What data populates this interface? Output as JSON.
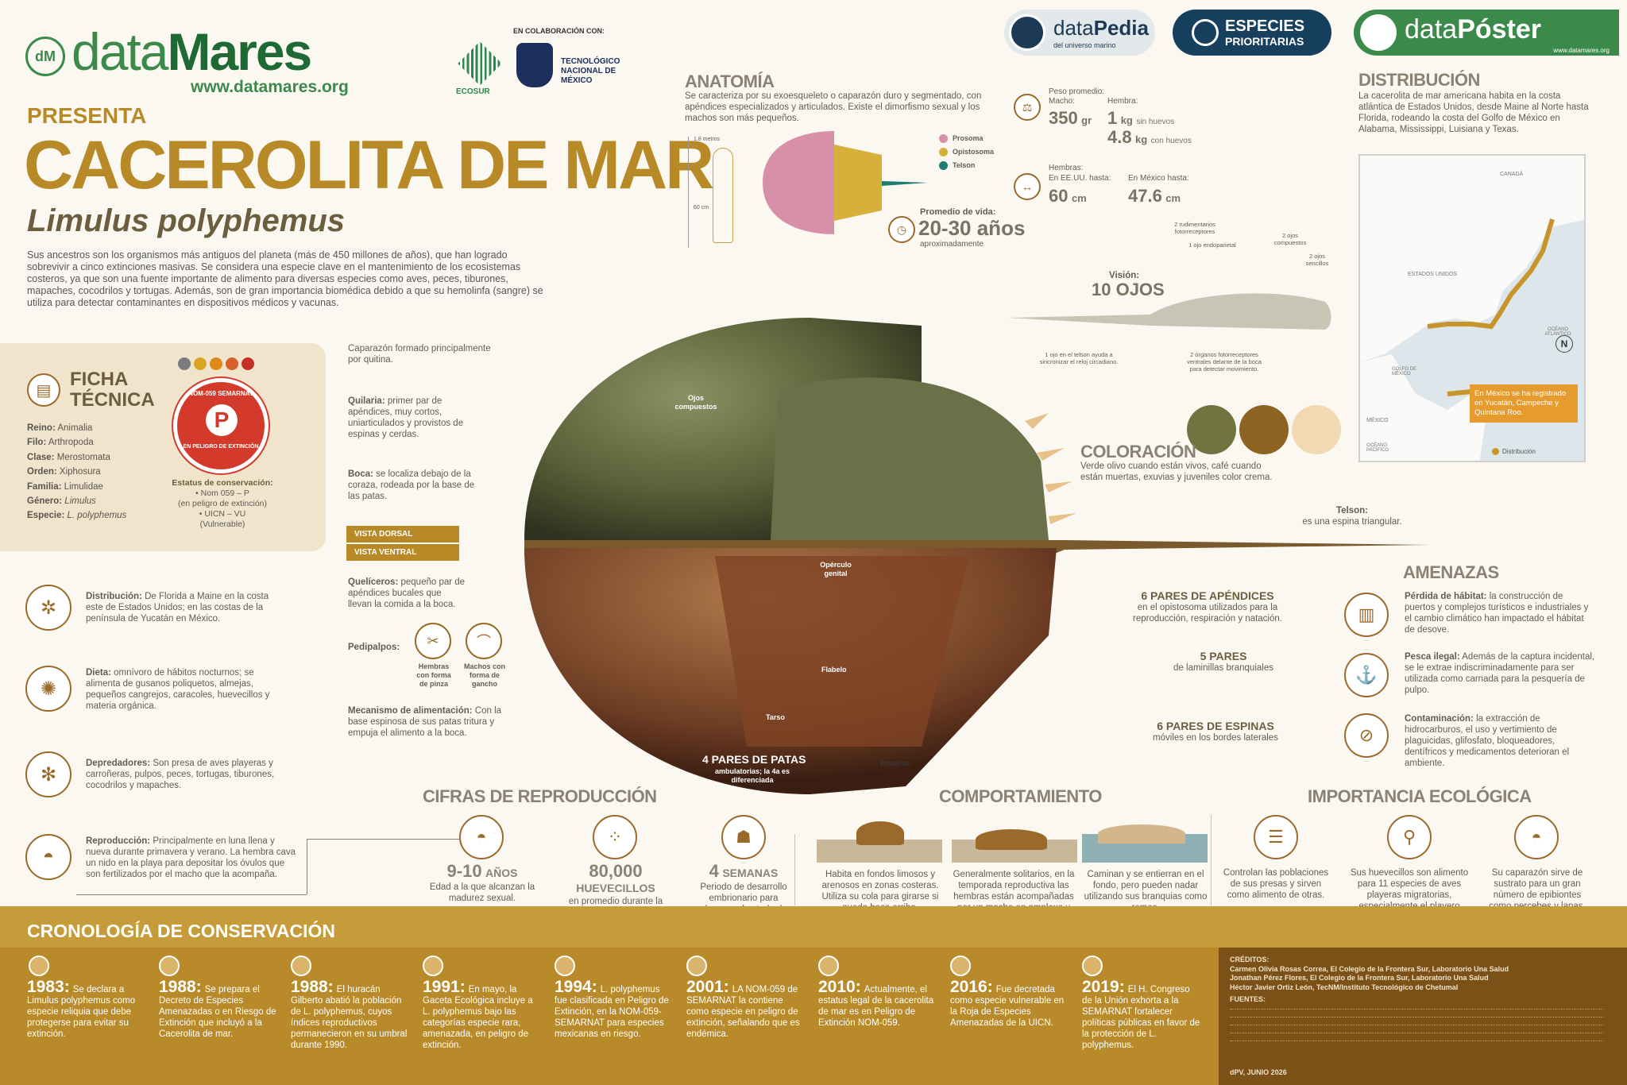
{
  "header": {
    "logo_mark": "dM",
    "brand_a": "data",
    "brand_b": "Mares",
    "url": "www.datamares.org",
    "collab_label": "EN COLABORACIÓN CON:",
    "ecosur": "ECOSUR",
    "tecnm": "TECNOLÓGICO NACIONAL DE MÉXICO",
    "datapedia_a": "data",
    "datapedia_b": "Pedia",
    "datapedia_sub": "del universo marino",
    "especies_a": "ESPECIES",
    "especies_b": "PRIORITARIAS",
    "dataposter_a": "data",
    "dataposter_b": "Póster",
    "dataposter_url": "www.datamares.org"
  },
  "title": {
    "presenta": "PRESENTA",
    "main": "CACEROLITA DE MAR",
    "scientific": "Limulus polyphemus",
    "intro": "Sus ancestros son los organismos más antiguos del planeta (más de 450 millones de años), que han logrado sobrevivir a cinco extinciones masivas. Se considera una especie clave en el mantenimiento de los ecosistemas costeros, ya que son una fuente importante de alimento para diversas especies como aves, peces, tiburones, mapaches, cocodrilos y tortugas. Además, son de gran importancia biomédica debido a que su hemolinfa (sangre) se utiliza para detectar contaminantes en dispositivos médicos y vacunas."
  },
  "ficha": {
    "title_a": "FICHA",
    "title_b": "TÉCNICA",
    "rows": [
      {
        "k": "Reino:",
        "v": "Animalia"
      },
      {
        "k": "Filo:",
        "v": "Arthropoda"
      },
      {
        "k": "Clase:",
        "v": "Merostomata"
      },
      {
        "k": "Orden:",
        "v": "Xiphosura"
      },
      {
        "k": "Familia:",
        "v": "Limulidae"
      },
      {
        "k": "Género:",
        "v": "Limulus"
      },
      {
        "k": "Especie:",
        "v": "L. polyphemus"
      }
    ],
    "badge_top": "NOM-059 SEMARNAT",
    "badge_letter": "P",
    "badge_bottom": "EN PELIGRO DE EXTINCIÓN",
    "status_title": "Estatus de conservación:",
    "status_1": "• Nom 059 – P",
    "status_2": "(en peligro de extinción)",
    "status_3": "• UICN – VU",
    "status_4": "(Vulnerable)"
  },
  "left_facts": [
    {
      "k": "Distribución:",
      "v": "De Florida a Maine en la costa este de Estados Unidos; en las costas de la península de Yucatán en México."
    },
    {
      "k": "Dieta:",
      "v": "omnívoro de hábitos nocturnos; se alimenta de gusanos poliquetos, almejas, pequeños cangrejos, caracoles, huevecillos y materia orgánica."
    },
    {
      "k": "Depredadores:",
      "v": "Son presa de aves playeras y carroñeras, pulpos, peces, tortugas, tiburones, cocodrilos y mapaches."
    },
    {
      "k": "Reproducción:",
      "v": "Principalmente en luna llena y nueva durante primavera y verano. La hembra cava un nido en la playa para depositar los óvulos que son fertilizados por el macho que la acompaña."
    }
  ],
  "anatomy": {
    "title": "ANATOMÍA",
    "text": "Se caracteriza por su exoesqueleto o caparazón duro y segmentado, con apéndices especializados y articulados. Existe el dimorfismo sexual y los machos son más pequeños.",
    "scale": "1.8 metros",
    "scale2": "60 cm",
    "legend": [
      {
        "label": "Prosoma",
        "color": "#d890a8"
      },
      {
        "label": "Opistosoma",
        "color": "#d6b03a"
      },
      {
        "label": "Telson",
        "color": "#1f7b70"
      }
    ]
  },
  "stats": {
    "weight_label": "Peso promedio:",
    "macho": "Macho:",
    "macho_val": "350",
    "macho_unit": "gr",
    "hembra": "Hembra:",
    "h1_val": "1",
    "h1_unit": "kg",
    "h1_note": "sin huevos",
    "h2_val": "4.8",
    "h2_unit": "kg",
    "h2_note": "con huevos",
    "size_label": "Hembras:",
    "usa": "En EE.UU. hasta:",
    "usa_val": "60",
    "usa_unit": "cm",
    "mx": "En México hasta:",
    "mx_val": "47.6",
    "mx_unit": "cm",
    "life_label": "Promedio de vida:",
    "life_val": "20-30 años",
    "life_note": "aproximadamente"
  },
  "vision": {
    "label": "Visión:",
    "value": "10 OJOS",
    "n1": "2 rudimentarios fotorreceptores",
    "n2": "1 ojo endoparietal",
    "n3": "2 ojos compuestos",
    "n4": "2 ojos sencillos",
    "n5": "1 ojo en el telson ayuda a sincronizar el reloj circadiano.",
    "n6": "2 órganos fotorreceptores ventrales delante de la boca para detectar movimiento."
  },
  "distribution": {
    "title": "DISTRIBUCIÓN",
    "text": "La cacerolita de mar americana habita en la costa atlántica de Estados Unidos, desde Maine al Norte hasta Florida, rodeando la costa del Golfo de México en Alabama, Mississippi, Luisiana y Texas.",
    "canada": "CANADÁ",
    "usa": "ESTADOS UNIDOS",
    "atl": "OCÉANO ATLÁNTICO",
    "golfo": "GOLFO DE MÉXICO",
    "mexico": "MÉXICO",
    "pac": "OCÉANO PACÍFICO",
    "callout": "En México se ha registrado en Yucatán, Campeche y Quintana Roo.",
    "legend": "Distribución",
    "north": "N"
  },
  "coloracion": {
    "title": "COLORACIÓN",
    "text": "Verde olivo cuando están vivos, café cuando están muertas, exuvias y juveniles color crema.",
    "swatches": [
      "#6f7440",
      "#8f6423",
      "#f3d9b2"
    ]
  },
  "center_labels": {
    "caparazon": "Caparazón formado principalmente por quitina.",
    "quilaria_k": "Quilaria:",
    "quilaria": "primer par de apéndices, muy cortos, uniarticulados y provistos de espinas y cerdas.",
    "boca_k": "Boca:",
    "boca": "se localiza debajo de la coraza, rodeada por la base de las patas.",
    "dorsal": "VISTA DORSAL",
    "ventral": "VISTA VENTRAL",
    "queliceros_k": "Quelíceros:",
    "queliceros": "pequeño par de apéndices bucales que llevan la comida a la boca.",
    "pedipalpos": "Pedipalpos:",
    "pinza": "Hembras con forma de pinza",
    "gancho": "Machos con forma de gancho",
    "mecanismo_k": "Mecanismo de alimentación:",
    "mecanismo": "Con la base espinosa de sus patas tritura y empuja el alimento a la boca.",
    "ojos": "Ojos compuestos",
    "opercul": "Opérculo genital",
    "flabelo": "Flabelo",
    "tarso": "Tarso",
    "protarso": "Protarso",
    "patas": "4 PARES DE PATAS",
    "patas_sub": "ambulatorias; la 4a es diferenciada",
    "telson_k": "Telson:",
    "telson": "es una espina triangular.",
    "apendices": "6 PARES DE APÉNDICES",
    "apendices_sub": "en el opistosoma utilizados para la reproducción, respiración y natación.",
    "laminillas": "5 PARES",
    "laminillas_sub": "de laminillas branquiales",
    "espinas": "6 PARES DE ESPINAS",
    "espinas_sub": "móviles en los bordes laterales"
  },
  "amenazas": {
    "title": "AMENAZAS",
    "items": [
      {
        "k": "Pérdida de hábitat:",
        "v": "la construcción de puertos y complejos turísticos e industriales y el cambio climático han impactado el hábitat de desove."
      },
      {
        "k": "Pesca ilegal:",
        "v": "Además de la captura incidental, se le extrae indiscriminadamente para ser utilizada como carnada para la pesquería de pulpo."
      },
      {
        "k": "Contaminación:",
        "v": "la extracción de hidrocarburos, el uso y vertimiento de plaguicidas, glifosfato, bloqueadores, dentífricos y medicamentos deterioran el ambiente."
      }
    ]
  },
  "reproduccion": {
    "title": "CIFRAS DE REPRODUCCIÓN",
    "items": [
      {
        "n": "9-10",
        "u": "AÑOS",
        "t": "Edad a la que alcanzan la madurez sexual."
      },
      {
        "n": "80,000",
        "u": "HUEVECILLOS",
        "t": "en promedio durante la temporada de desove."
      },
      {
        "n": "4",
        "u": "SEMANAS",
        "t": "Periodo de desarrollo embrionario para alcanzar el estado de larva trilobita."
      }
    ]
  },
  "comportamiento": {
    "title": "COMPORTAMIENTO",
    "items": [
      "Habita en fondos limosos y arenosos en zonas costeras. Utiliza su cola para girarse si queda boca arriba.",
      "Generalmente solitarios, en la temporada reproductiva las hembras están acompañadas por un macho en amplexo y otros a su alrededor.",
      "Caminan y se entierran en el fondo, pero pueden nadar utilizando sus branquias como remos."
    ]
  },
  "ecologica": {
    "title": "IMPORTANCIA ECOLÓGICA",
    "items": [
      "Controlan las poblaciones de sus presas y sirven como alimento de otras.",
      "Sus huevecillos son alimento para 11 especies de aves playeras migratorias, especialmente el playero rojizo.",
      "Su caparazón sirve de sustrato para un gran número de epibiontes como percebes y lapas."
    ]
  },
  "cronologia": {
    "title": "CRONOLOGÍA DE CONSERVACIÓN",
    "items": [
      {
        "y": "1983:",
        "t": "Se declara a Limulus polyphemus como especie reliquia que debe protegerse para evitar su extinción."
      },
      {
        "y": "1988:",
        "t": "Se prepara el Decreto de Especies Amenazadas o en Riesgo de Extinción que incluyó a la Cacerolita de mar."
      },
      {
        "y": "1988:",
        "t": "El huracán Gilberto abatió la población de L. polyphemus, cuyos índices reproductivos permanecieron en su umbral durante 1990."
      },
      {
        "y": "1991:",
        "t": "En mayo, la Gaceta Ecológica incluye a L. polyphemus bajo las categorías especie rara, amenazada, en peligro de extinción."
      },
      {
        "y": "1994:",
        "t": "L. polyphemus fue clasificada en Peligro de Extinción, en la NOM-059-SEMARNAT para especies mexicanas en riesgo."
      },
      {
        "y": "2001:",
        "t": "LA NOM-059 de SEMARNAT la contiene como especie en peligro de extinción, señalando que es endémica."
      },
      {
        "y": "2010:",
        "t": "Actualmente, el estatus legal de la cacerolita de mar es en Peligro de Extinción NOM-059."
      },
      {
        "y": "2016:",
        "t": "Fue decretada como especie vulnerable en la Roja de Especies Amenazadas de la UICN."
      },
      {
        "y": "2019:",
        "t": "El H. Congreso de la Unión exhorta a la SEMARNAT fortalecer políticas públicas en favor de la protección de L. polyphemus."
      }
    ]
  },
  "credits": {
    "title": "CRÉDITOS:",
    "l1": "Carmen Olivia Rosas Correa, El Colegio de la Frontera Sur, Laboratorio Una Salud",
    "l2": "Jonathan Pérez Flores, El Colegio de la Frontera Sur, Laboratorio Una Salud",
    "l3": "Héctor Javier Ortiz León, TecNM/Instituto Tecnológico de Chetumal",
    "fuentes": "FUENTES:",
    "date": "dPV, JUNIO 2026"
  }
}
